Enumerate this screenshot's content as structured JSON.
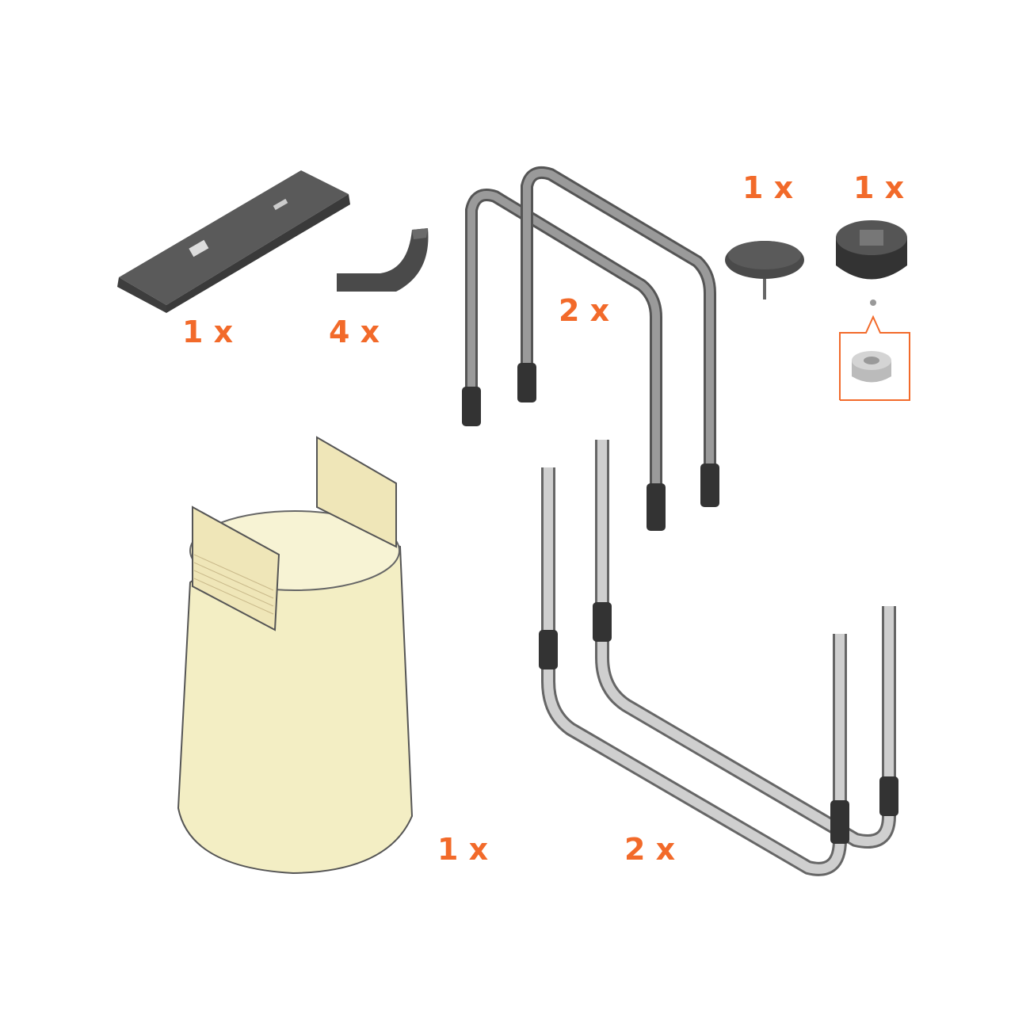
{
  "title": "Parts list",
  "colors": {
    "accent": "#f26a2a",
    "dark_part": "#4a4a4a",
    "metal": "#9a9a9a",
    "bin": "#f3eec4"
  },
  "parts": [
    {
      "name": "mounting-bracket",
      "quantity": "1 x"
    },
    {
      "name": "corner-clip",
      "quantity": "4 x"
    },
    {
      "name": "upper-leg-frame",
      "quantity": "2 x"
    },
    {
      "name": "pivot-disc",
      "quantity": "1 x"
    },
    {
      "name": "foot-cap",
      "quantity": "1 x"
    },
    {
      "name": "fabric-bin",
      "quantity": "1 x"
    },
    {
      "name": "lower-leg-frame",
      "quantity": "2 x"
    }
  ]
}
